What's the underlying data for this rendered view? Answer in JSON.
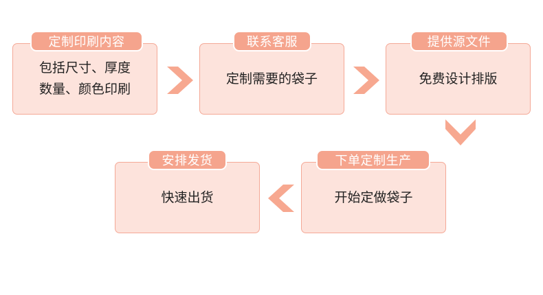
{
  "colors": {
    "box_fill": "#fde3dc",
    "box_border": "#f4a896",
    "tag_fill": "#f5a48d",
    "arrow": "#f7a890"
  },
  "steps": [
    {
      "title": "定制印刷内容",
      "lines": [
        "包括尺寸、厚度",
        "数量、颜色印刷"
      ]
    },
    {
      "title": "联系客服",
      "lines": [
        "定制需要的袋子"
      ]
    },
    {
      "title": "提供源文件",
      "lines": [
        "免费设计排版"
      ]
    },
    {
      "title": "下单定制生产",
      "lines": [
        "开始定做袋子"
      ]
    },
    {
      "title": "安排发货",
      "lines": [
        "快速出货"
      ]
    }
  ],
  "arrows": [
    {
      "direction": "right",
      "icon": "chevron-right-icon"
    },
    {
      "direction": "right",
      "icon": "chevron-right-icon"
    },
    {
      "direction": "down",
      "icon": "chevron-down-icon"
    },
    {
      "direction": "left",
      "icon": "chevron-left-icon"
    }
  ]
}
